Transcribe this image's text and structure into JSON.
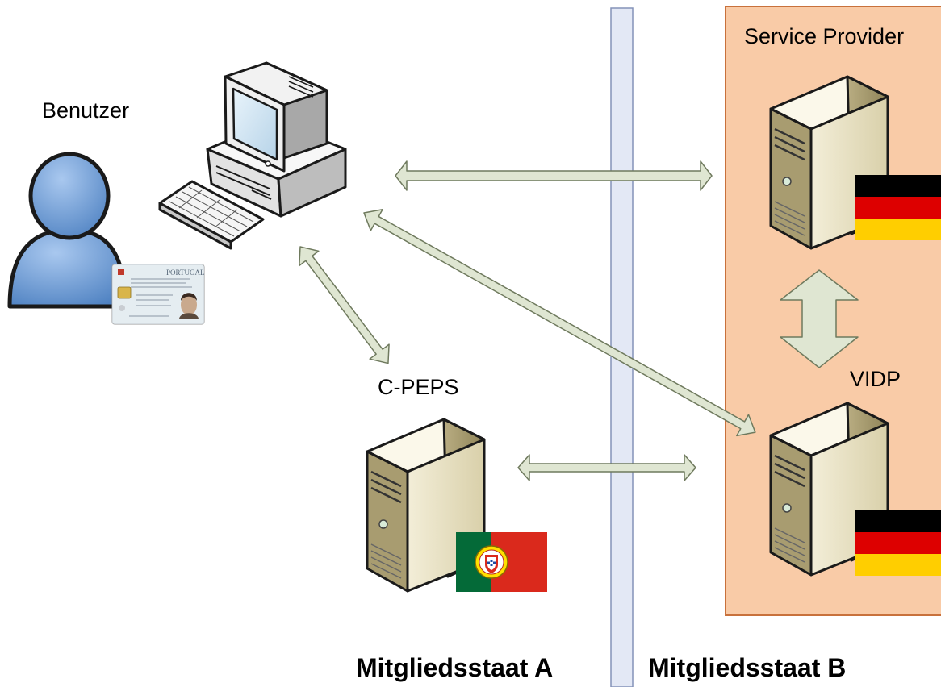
{
  "labels": {
    "benutzer": "Benutzer",
    "service_provider": "Service Provider",
    "vidp": "VIDP",
    "c_peps": "C-PEPS",
    "state_a": "Mitgliedsstaat A",
    "state_b": "Mitgliedsstaat B"
  },
  "id_card": {
    "country": "PORTUGAL"
  },
  "colors": {
    "provider_bg": "#f9cba7",
    "provider_border": "#c8713c",
    "divider_fill": "#e3e8f5",
    "divider_border": "#8492b8",
    "arrow_fill": "#dfe6d2",
    "arrow_stroke": "#6f7a5e",
    "user_body": "#6f9fd8",
    "server_body": "#ece5c8",
    "flag_de": [
      "#000000",
      "#dd0000",
      "#ffce00"
    ],
    "flag_pt": [
      "#046a38",
      "#da291c"
    ]
  },
  "icons": [
    "user-icon",
    "computer-icon",
    "server-icon",
    "flag-germany-icon",
    "flag-portugal-icon",
    "id-card-icon"
  ]
}
